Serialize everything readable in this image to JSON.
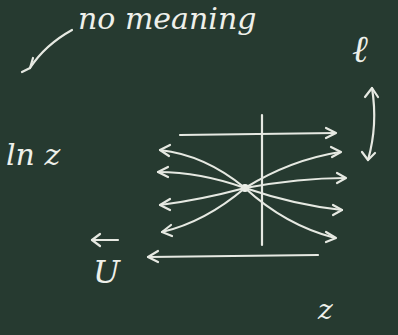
{
  "diagram": {
    "labels": [
      "no meaning",
      "ℓ",
      "ln z",
      "U",
      "z"
    ]
  }
}
